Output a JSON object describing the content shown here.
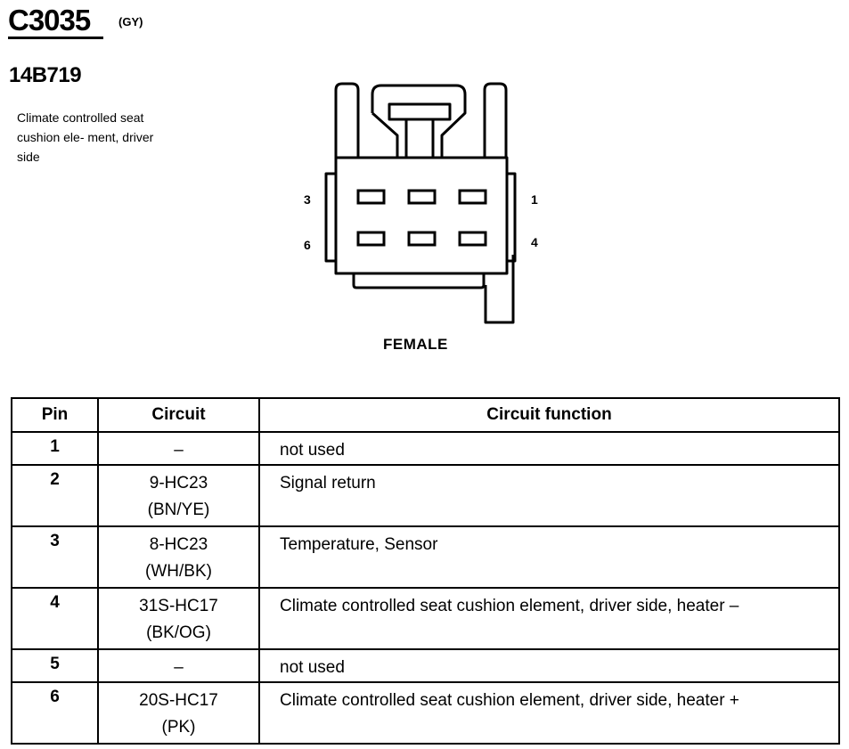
{
  "connector": {
    "id": "C3035",
    "color_code": "(GY)",
    "part_number": "14B719",
    "description": "Climate controlled seat cushion ele- ment, driver side",
    "view": "FEMALE",
    "pin_labels": {
      "top_left": "3",
      "top_right": "1",
      "bottom_left": "6",
      "bottom_right": "4"
    }
  },
  "table": {
    "headers": {
      "pin": "Pin",
      "circuit": "Circuit",
      "function": "Circuit function"
    },
    "rows": [
      {
        "pin": "1",
        "circuit": "–",
        "wire_color": "",
        "function": "not used"
      },
      {
        "pin": "2",
        "circuit": "9-HC23",
        "wire_color": "(BN/YE)",
        "function": "Signal return"
      },
      {
        "pin": "3",
        "circuit": "8-HC23",
        "wire_color": "(WH/BK)",
        "function": "Temperature, Sensor"
      },
      {
        "pin": "4",
        "circuit": "31S-HC17",
        "wire_color": "(BK/OG)",
        "function": "Climate controlled seat cushion element, driver side, heater –"
      },
      {
        "pin": "5",
        "circuit": "–",
        "wire_color": "",
        "function": "not used"
      },
      {
        "pin": "6",
        "circuit": "20S-HC17",
        "wire_color": "(PK)",
        "function": "Climate controlled seat cushion element, driver side, heater +"
      }
    ]
  }
}
